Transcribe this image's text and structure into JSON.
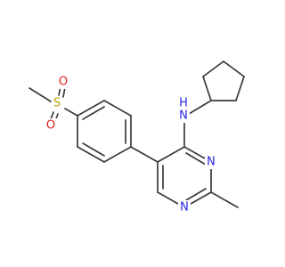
{
  "colors": {
    "bond": "#3a3a3a",
    "nitrogen": "#2424e0",
    "oxygen": "#e02020",
    "sulfur": "#b8a000",
    "background": "#ffffff"
  },
  "atoms": {
    "sulfur": "S",
    "oxygen_top": "O",
    "oxygen_bottom": "O",
    "amine_n": "N",
    "amine_h": "H",
    "ring_n_right": "N",
    "ring_n_bottom": "N"
  }
}
